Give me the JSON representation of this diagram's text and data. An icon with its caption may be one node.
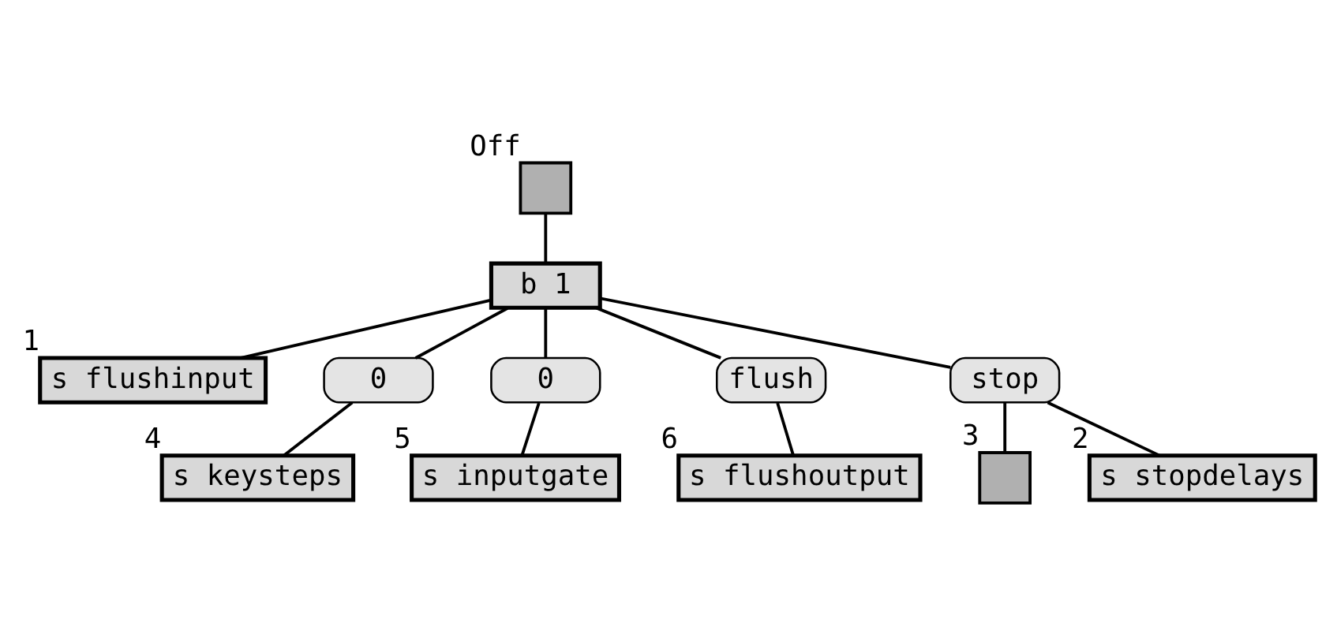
{
  "diagram": {
    "nodes": [
      {
        "text": [],
        "shape": "box",
        "beside": [
          "Off"
        ]
      },
      {
        "text": [
          "b 1"
        ]
      },
      {
        "text": [
          "s flushinput"
        ],
        "beside": [
          "1"
        ]
      },
      {
        "text": [
          "0"
        ]
      },
      {
        "text": [
          "s keysteps"
        ],
        "beside": [
          "4"
        ]
      },
      {
        "text": [
          "0"
        ]
      },
      {
        "text": [
          "s inputgate"
        ],
        "beside": [
          "5"
        ]
      },
      {
        "text": [
          "flush"
        ]
      },
      {
        "text": [
          "s flushoutput"
        ],
        "beside": [
          "6"
        ]
      },
      {
        "text": [
          "stop"
        ]
      },
      {
        "text": [],
        "shape": "box",
        "beside": [
          "3"
        ]
      },
      {
        "text": [
          "s stopdelays"
        ],
        "beside": [
          "2"
        ]
      }
    ],
    "edges": [
      {
        "from": 0,
        "to": 1,
        "arrow": "none"
      },
      {
        "from": 1,
        "to": 2,
        "arrow": "none"
      },
      {
        "from": 1,
        "to": 3,
        "arrow": "none"
      },
      {
        "from": 3,
        "to": 4,
        "arrow": "none"
      },
      {
        "from": 1,
        "to": 5,
        "arrow": "none"
      },
      {
        "from": 5,
        "to": 6,
        "arrow": "none"
      },
      {
        "from": 1,
        "to": 7,
        "arrow": "none"
      },
      {
        "from": 7,
        "to": 8,
        "arrow": "none"
      },
      {
        "from": 1,
        "to": 9,
        "arrow": "none"
      },
      {
        "from": 9,
        "to": 10,
        "arrow": "none"
      },
      {
        "from": 9,
        "to": 11,
        "arrow": "none"
      }
    ]
  }
}
